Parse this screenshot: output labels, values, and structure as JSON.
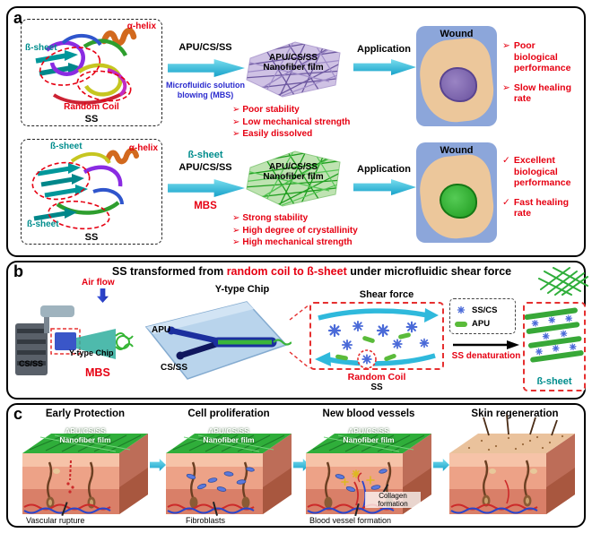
{
  "colors": {
    "red": "#e60012",
    "teal": "#008d8d",
    "blue": "#2a2ace",
    "cyan": "#2fb9dc",
    "purple": "#8f7ab8",
    "green": "#2fae3a"
  },
  "panel_a": {
    "label": "a",
    "row1": {
      "protein_labels": {
        "alpha_helix": "α-helix",
        "beta_sheet": "ß-sheet",
        "random_coil": "Random Coil",
        "ss": "SS"
      },
      "process_top": "APU/CS/SS",
      "process_bottom": "Microfluidic solution blowing (MBS)",
      "film_label_line1": "APU/CS/SS",
      "film_label_line2": "Nanofiber film",
      "bullet_glyph": "➢",
      "bullets": [
        "Poor stability",
        "Low mechanical strength",
        "Easily dissolved"
      ],
      "application_label": "Application",
      "wound_label": "Wound",
      "outcome_glyph": "➢",
      "outcomes": [
        "Poor biological performance",
        "Slow healing rate"
      ]
    },
    "row2": {
      "protein_labels": {
        "beta_sheet_top": "ß-sheet",
        "alpha_helix": "α-helix",
        "beta_sheet_bottom": "ß-sheet",
        "ss": "SS"
      },
      "process_top_line1": "ß-sheet",
      "process_top_line2": "APU/CS/SS",
      "process_bottom": "MBS",
      "film_label_line1": "APU/CS/SS",
      "film_label_line2": "Nanofiber film",
      "bullet_glyph": "➢",
      "bullets": [
        "Strong stability",
        "High degree of crystallinity",
        "High mechanical strength"
      ],
      "application_label": "Application",
      "wound_label": "Wound",
      "outcome_glyph": "✓",
      "outcomes": [
        "Excellent biological performance",
        "Fast healing rate"
      ]
    }
  },
  "panel_b": {
    "label": "b",
    "title": {
      "part1": "SS transformed from ",
      "part2": "random coil to ß-sheet",
      "part3": " under microfluidic shear force"
    },
    "air_flow_label": "Air flow",
    "machine_apu_label": "APU",
    "machine_chip_label": "Y-type Chip",
    "machine_csss_label": "CS/SS",
    "mbs_label": "MBS",
    "chip_title": "Y-type Chip",
    "chip_apu_label": "APU",
    "chip_csss_label": "CS/SS",
    "shear_force_label": "Shear force",
    "legend": {
      "ss_cs": "SS/CS",
      "apu": "APU"
    },
    "ss_denaturation_label": "SS denaturation",
    "random_coil_label": "Random Coil",
    "random_coil_ss": "SS",
    "beta_sheet_label": "ß-sheet"
  },
  "panel_c": {
    "label": "c",
    "stages": [
      {
        "title": "Early Protection",
        "film_line1": "APU/CS/SS",
        "film_line2": "Nanofiber film",
        "annotation": "Vascular rupture"
      },
      {
        "title": "Cell proliferation",
        "film_line1": "APU/CS/SS",
        "film_line2": "Nanofiber film",
        "annotation": "Fibroblasts"
      },
      {
        "title": "New blood vessels",
        "film_line1": "APU/CS/SS",
        "film_line2": "Nanofiber film",
        "annotation": "Blood vessel formation",
        "annotation2": "Collagen formation"
      },
      {
        "title": "Skin regeneration"
      }
    ]
  }
}
